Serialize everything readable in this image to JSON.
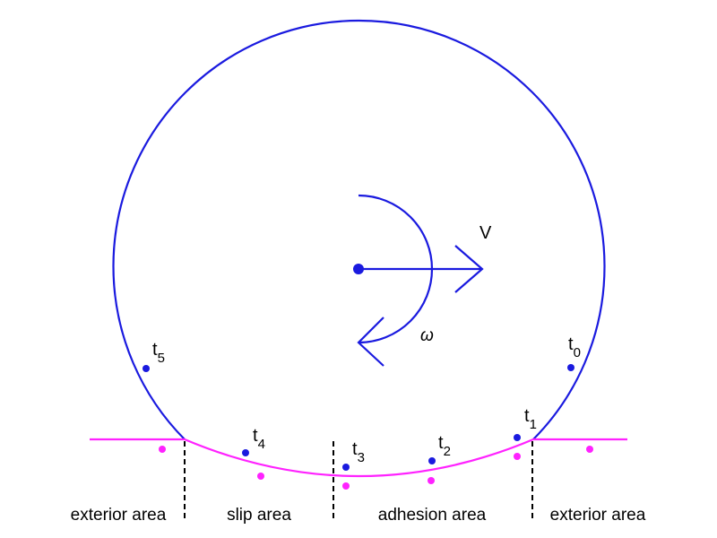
{
  "labels": {
    "velocity": "V",
    "angular_velocity": "ω"
  },
  "time_points": [
    {
      "id": "t0",
      "base": "t",
      "sub": "0"
    },
    {
      "id": "t1",
      "base": "t",
      "sub": "1"
    },
    {
      "id": "t2",
      "base": "t",
      "sub": "2"
    },
    {
      "id": "t3",
      "base": "t",
      "sub": "3"
    },
    {
      "id": "t4",
      "base": "t",
      "sub": "4"
    },
    {
      "id": "t5",
      "base": "t",
      "sub": "5"
    }
  ],
  "areas": [
    "exterior area",
    "slip area",
    "adhesion area",
    "exterior area"
  ],
  "colors": {
    "wheel": "#1a1adf",
    "ground": "#ff22ff",
    "divider": "#000000",
    "text": "#000000"
  }
}
